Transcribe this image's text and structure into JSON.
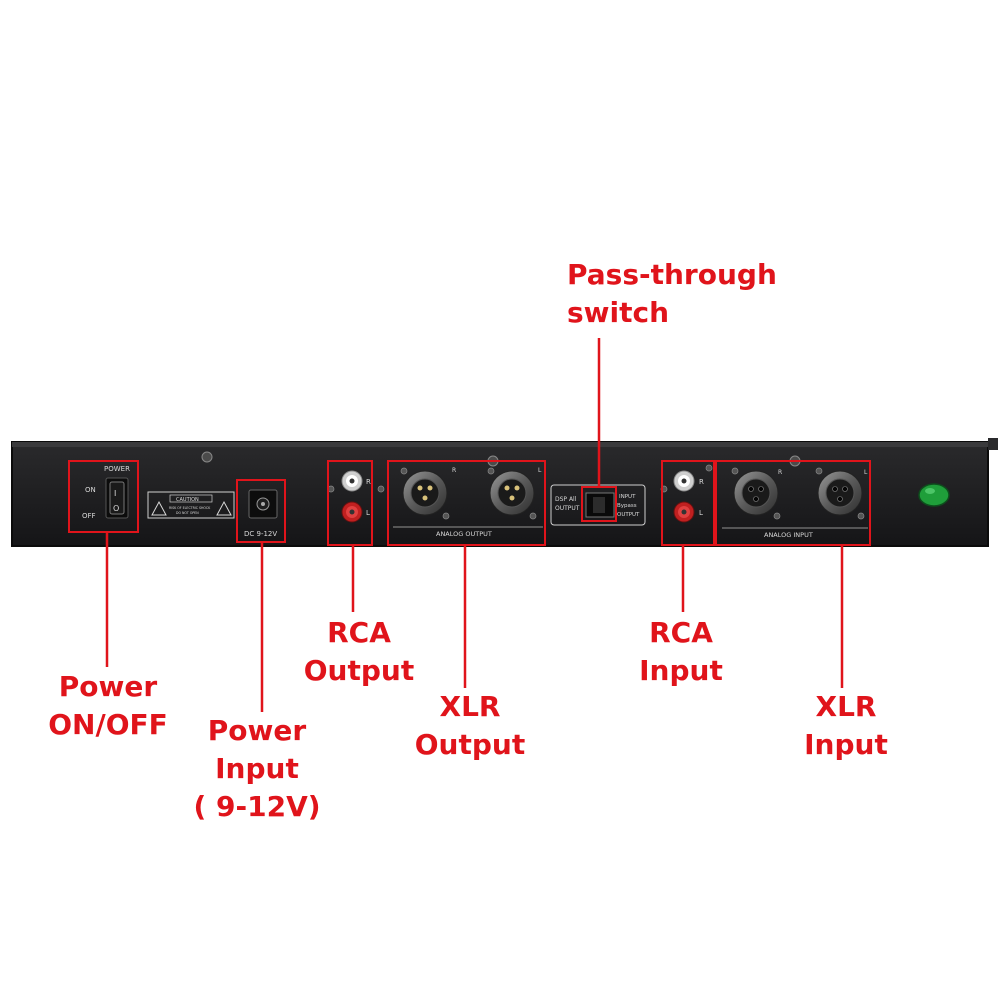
{
  "device": {
    "power_switch": {
      "title": "POWER",
      "on": "ON",
      "off": "OFF",
      "on_symbol": "I",
      "off_symbol": "O"
    },
    "caution": {
      "title": "CAUTION",
      "line1": "RISK OF ELECTRIC SHOCK",
      "line2": "DO NOT OPEN"
    },
    "dc_label": "DC 9-12V",
    "output_rca": {
      "right": "R",
      "left": "L"
    },
    "analog_output": {
      "label": "ANALOG OUTPUT",
      "right": "R",
      "left": "L"
    },
    "bypass_switch": {
      "left_line1": "DSP All",
      "left_line2": "OUTPUT",
      "right_line1": "INPUT",
      "right_line2": "Bypass",
      "right_line3": "OUTPUT"
    },
    "input_rca": {
      "right": "R",
      "left": "L"
    },
    "analog_input": {
      "label": "ANALOG INPUT",
      "right": "R",
      "left": "L"
    }
  },
  "annotations": {
    "pass_through": {
      "line1": "Pass-through",
      "line2": "switch"
    },
    "power_onoff": {
      "line1": "Power",
      "line2": "ON/OFF"
    },
    "power_input": {
      "line1": "Power",
      "line2": "Input",
      "line3": "( 9-12V)"
    },
    "rca_output": {
      "line1": "RCA",
      "line2": "Output"
    },
    "xlr_output": {
      "line1": "XLR",
      "line2": "Output"
    },
    "rca_input": {
      "line1": "RCA",
      "line2": "Input"
    },
    "xlr_input": {
      "line1": "XLR",
      "line2": "Input"
    }
  },
  "colors": {
    "highlight": "#e0141b",
    "panel": "#1c1c1e",
    "led": "#1f9e3a"
  }
}
